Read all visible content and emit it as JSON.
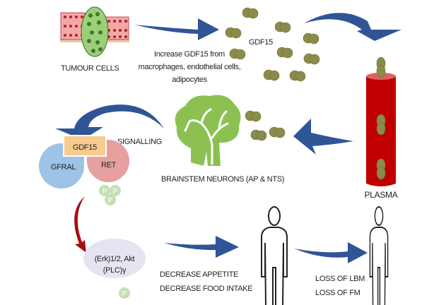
{
  "labels": {
    "tumour_cells": "TUMOUR CELLS",
    "increase_line1": "Increase GDF15 from",
    "increase_line2": "macrophages, endothelial cells,",
    "increase_line3": "adipocytes",
    "gdf15_top": "GDF15",
    "plasma": "PLASMA",
    "signalling": "SIGNALLING",
    "brainstem": "BRAINSTEM NEURONS (AP & NTS)",
    "gdf15_box": "GDF15",
    "gfral": "GFRAL",
    "ret": "RET",
    "phospho": "P",
    "erk_line1": "(Erk)1/2, Akt",
    "erk_line2": "(PLC)γ",
    "decrease_appetite": "DECREASE APPETITE",
    "decrease_food": "DECREASE FOOD INTAKE",
    "loss_lbm": "LOSS OF LBM",
    "loss_fm": "LOSS OF FM"
  },
  "colors": {
    "arrow": "#2f5597",
    "vessel": "#c00000",
    "gdf15_particle": "#8b8b4b",
    "brain": "#8cc152",
    "gdf15_box": "#f8cb8e",
    "gfral": "#9dc3e6",
    "ret": "#e6a0a0",
    "phospho": "#c5e0b4",
    "erk": "#e6e4f0",
    "red_arrow": "#a50f0f"
  }
}
